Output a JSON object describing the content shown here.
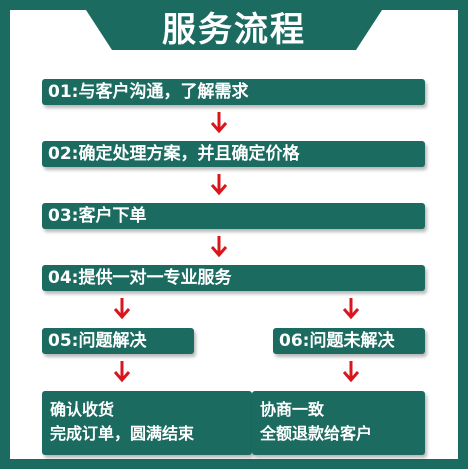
{
  "title": "服务流程",
  "steps": [
    {
      "label": "01:与客户沟通，了解需求"
    },
    {
      "label": "02:确定处理方案，并且确定价格"
    },
    {
      "label": "03:客户下单"
    },
    {
      "label": "04:提供一对一专业服务"
    },
    {
      "label": "05:问题解决"
    },
    {
      "label": "06:问题未解决"
    }
  ],
  "outcomes": [
    {
      "line1": "确认收货",
      "line2": "完成订单，圆满结束"
    },
    {
      "line1": "协商一致",
      "line2": "全额退款给客户"
    }
  ],
  "colors": {
    "primary": "#1b6b60",
    "arrow": "#d9161c",
    "text": "#ffffff"
  },
  "icons": {
    "arrow": "arrow-down-icon"
  }
}
